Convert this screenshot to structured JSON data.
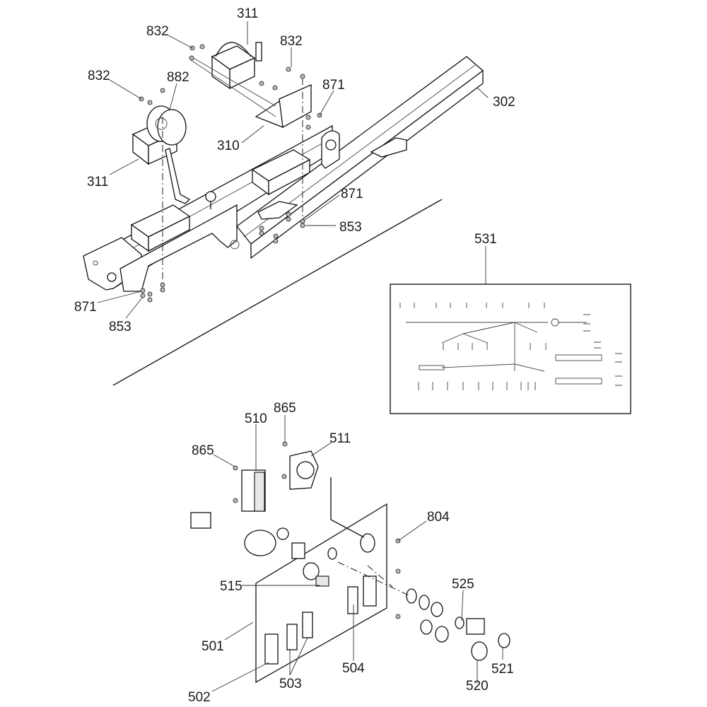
{
  "diagram": {
    "type": "exploded-parts-diagram",
    "groups": [
      {
        "name": "tongue-and-winch-assembly",
        "callouts": [
          {
            "id": "c-311-top",
            "label": "311",
            "part": "winch"
          },
          {
            "id": "c-832-a",
            "label": "832",
            "part": "bolt"
          },
          {
            "id": "c-832-b",
            "label": "832",
            "part": "bolt"
          },
          {
            "id": "c-832-c",
            "label": "832",
            "part": "bolt"
          },
          {
            "id": "c-882",
            "label": "882",
            "part": "winch strap reel"
          },
          {
            "id": "c-871-a",
            "label": "871",
            "part": "lock washer"
          },
          {
            "id": "c-302",
            "label": "302",
            "part": "tongue beam"
          },
          {
            "id": "c-310",
            "label": "310",
            "part": "winch mount bracket"
          },
          {
            "id": "c-311-left",
            "label": "311",
            "part": "winch"
          },
          {
            "id": "c-871-b",
            "label": "871",
            "part": "lock washer"
          },
          {
            "id": "c-853-a",
            "label": "853",
            "part": "nut"
          },
          {
            "id": "c-871-c",
            "label": "871",
            "part": "lock washer"
          },
          {
            "id": "c-853-b",
            "label": "853",
            "part": "nut"
          }
        ]
      },
      {
        "name": "wiring-harness",
        "callouts": [
          {
            "id": "c-531",
            "label": "531",
            "part": "wiring harness"
          }
        ]
      },
      {
        "name": "control-panel-assembly",
        "callouts": [
          {
            "id": "c-865-a",
            "label": "865",
            "part": "screw"
          },
          {
            "id": "c-510",
            "label": "510",
            "part": "GFCI receptacle"
          },
          {
            "id": "c-865-b",
            "label": "865",
            "part": "screw"
          },
          {
            "id": "c-511",
            "label": "511",
            "part": "twist-lock receptacle"
          },
          {
            "id": "c-804",
            "label": "804",
            "part": "screw"
          },
          {
            "id": "c-515",
            "label": "515",
            "part": "indicator"
          },
          {
            "id": "c-525",
            "label": "525",
            "part": "o-ring"
          },
          {
            "id": "c-501",
            "label": "501",
            "part": "control panel"
          },
          {
            "id": "c-504",
            "label": "504",
            "part": "switch"
          },
          {
            "id": "c-521",
            "label": "521",
            "part": "cap"
          },
          {
            "id": "c-503",
            "label": "503",
            "part": "toggle switch"
          },
          {
            "id": "c-520",
            "label": "520",
            "part": "cap"
          },
          {
            "id": "c-502",
            "label": "502",
            "part": "toggle switch"
          }
        ]
      }
    ]
  }
}
